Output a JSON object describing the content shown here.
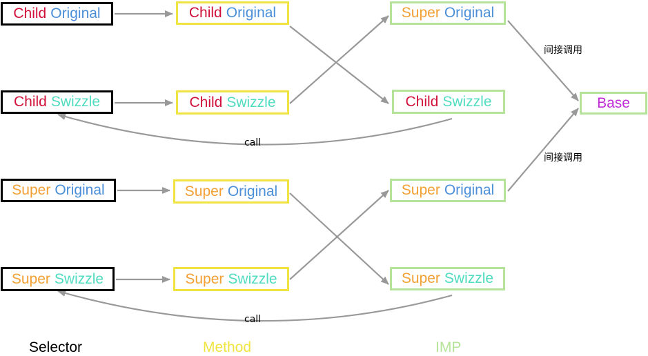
{
  "colors": {
    "child": "#d0103a",
    "super": "#f2a033",
    "original": "#4a8fd8",
    "swizzle": "#4fdcc0",
    "base": "#bf2ad6",
    "arrow": "#999999",
    "selector_border": "#000000",
    "method_border": "#f0e442",
    "imp_border": "#b6e39a"
  },
  "selector": {
    "child_original": {
      "w1": "Child",
      "w2": "Original"
    },
    "child_swizzle": {
      "w1": "Child",
      "w2": "Swizzle"
    },
    "super_original": {
      "w1": "Super",
      "w2": "Original"
    },
    "super_swizzle": {
      "w1": "Super",
      "w2": "Swizzle"
    }
  },
  "method": {
    "child_original": {
      "w1": "Child",
      "w2": "Original"
    },
    "child_swizzle": {
      "w1": "Child",
      "w2": "Swizzle"
    },
    "super_original": {
      "w1": "Super",
      "w2": "Original"
    },
    "super_swizzle": {
      "w1": "Super",
      "w2": "Swizzle"
    }
  },
  "imp": {
    "super_original_top": {
      "w1": "Super",
      "w2": "Original"
    },
    "child_swizzle": {
      "w1": "Child",
      "w2": "Swizzle"
    },
    "super_original_bottom": {
      "w1": "Super",
      "w2": "Original"
    },
    "super_swizzle": {
      "w1": "Super",
      "w2": "Swizzle"
    }
  },
  "base_label": "Base",
  "notes": {
    "indirect_top": "间接调用",
    "indirect_bottom": "间接调用",
    "call_top": "call",
    "call_bottom": "call"
  },
  "legend": {
    "selector": "Selector",
    "method": "Method",
    "imp": "IMP"
  }
}
